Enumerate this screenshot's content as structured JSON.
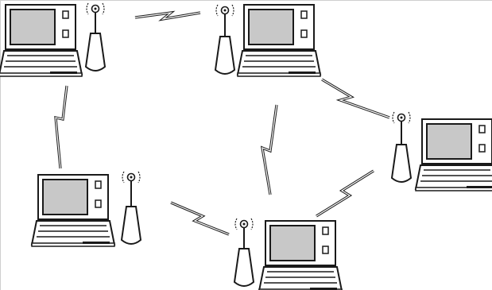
{
  "diagram": {
    "type": "wireless-ad-hoc-network",
    "colors": {
      "stroke": "#1a1a1a",
      "screen": "#c8c8c8",
      "case": "#ffffff",
      "frame": "#cfcfcf"
    },
    "nodes": [
      {
        "id": "node-top-left",
        "label": "",
        "icon": "laptop-with-antenna"
      },
      {
        "id": "node-top-center",
        "label": "",
        "icon": "laptop-with-antenna"
      },
      {
        "id": "node-right",
        "label": "",
        "icon": "laptop-with-antenna"
      },
      {
        "id": "node-bottom-left",
        "label": "",
        "icon": "laptop-with-antenna"
      },
      {
        "id": "node-bottom-center",
        "label": "",
        "icon": "laptop-with-antenna"
      }
    ],
    "links": [
      {
        "from": "node-top-left",
        "to": "node-top-center",
        "kind": "wireless"
      },
      {
        "from": "node-top-left",
        "to": "node-bottom-left",
        "kind": "wireless"
      },
      {
        "from": "node-top-center",
        "to": "node-right",
        "kind": "wireless"
      },
      {
        "from": "node-top-center",
        "to": "node-bottom-center",
        "kind": "wireless"
      },
      {
        "from": "node-right",
        "to": "node-bottom-center",
        "kind": "wireless"
      },
      {
        "from": "node-bottom-left",
        "to": "node-bottom-center",
        "kind": "wireless"
      }
    ]
  }
}
